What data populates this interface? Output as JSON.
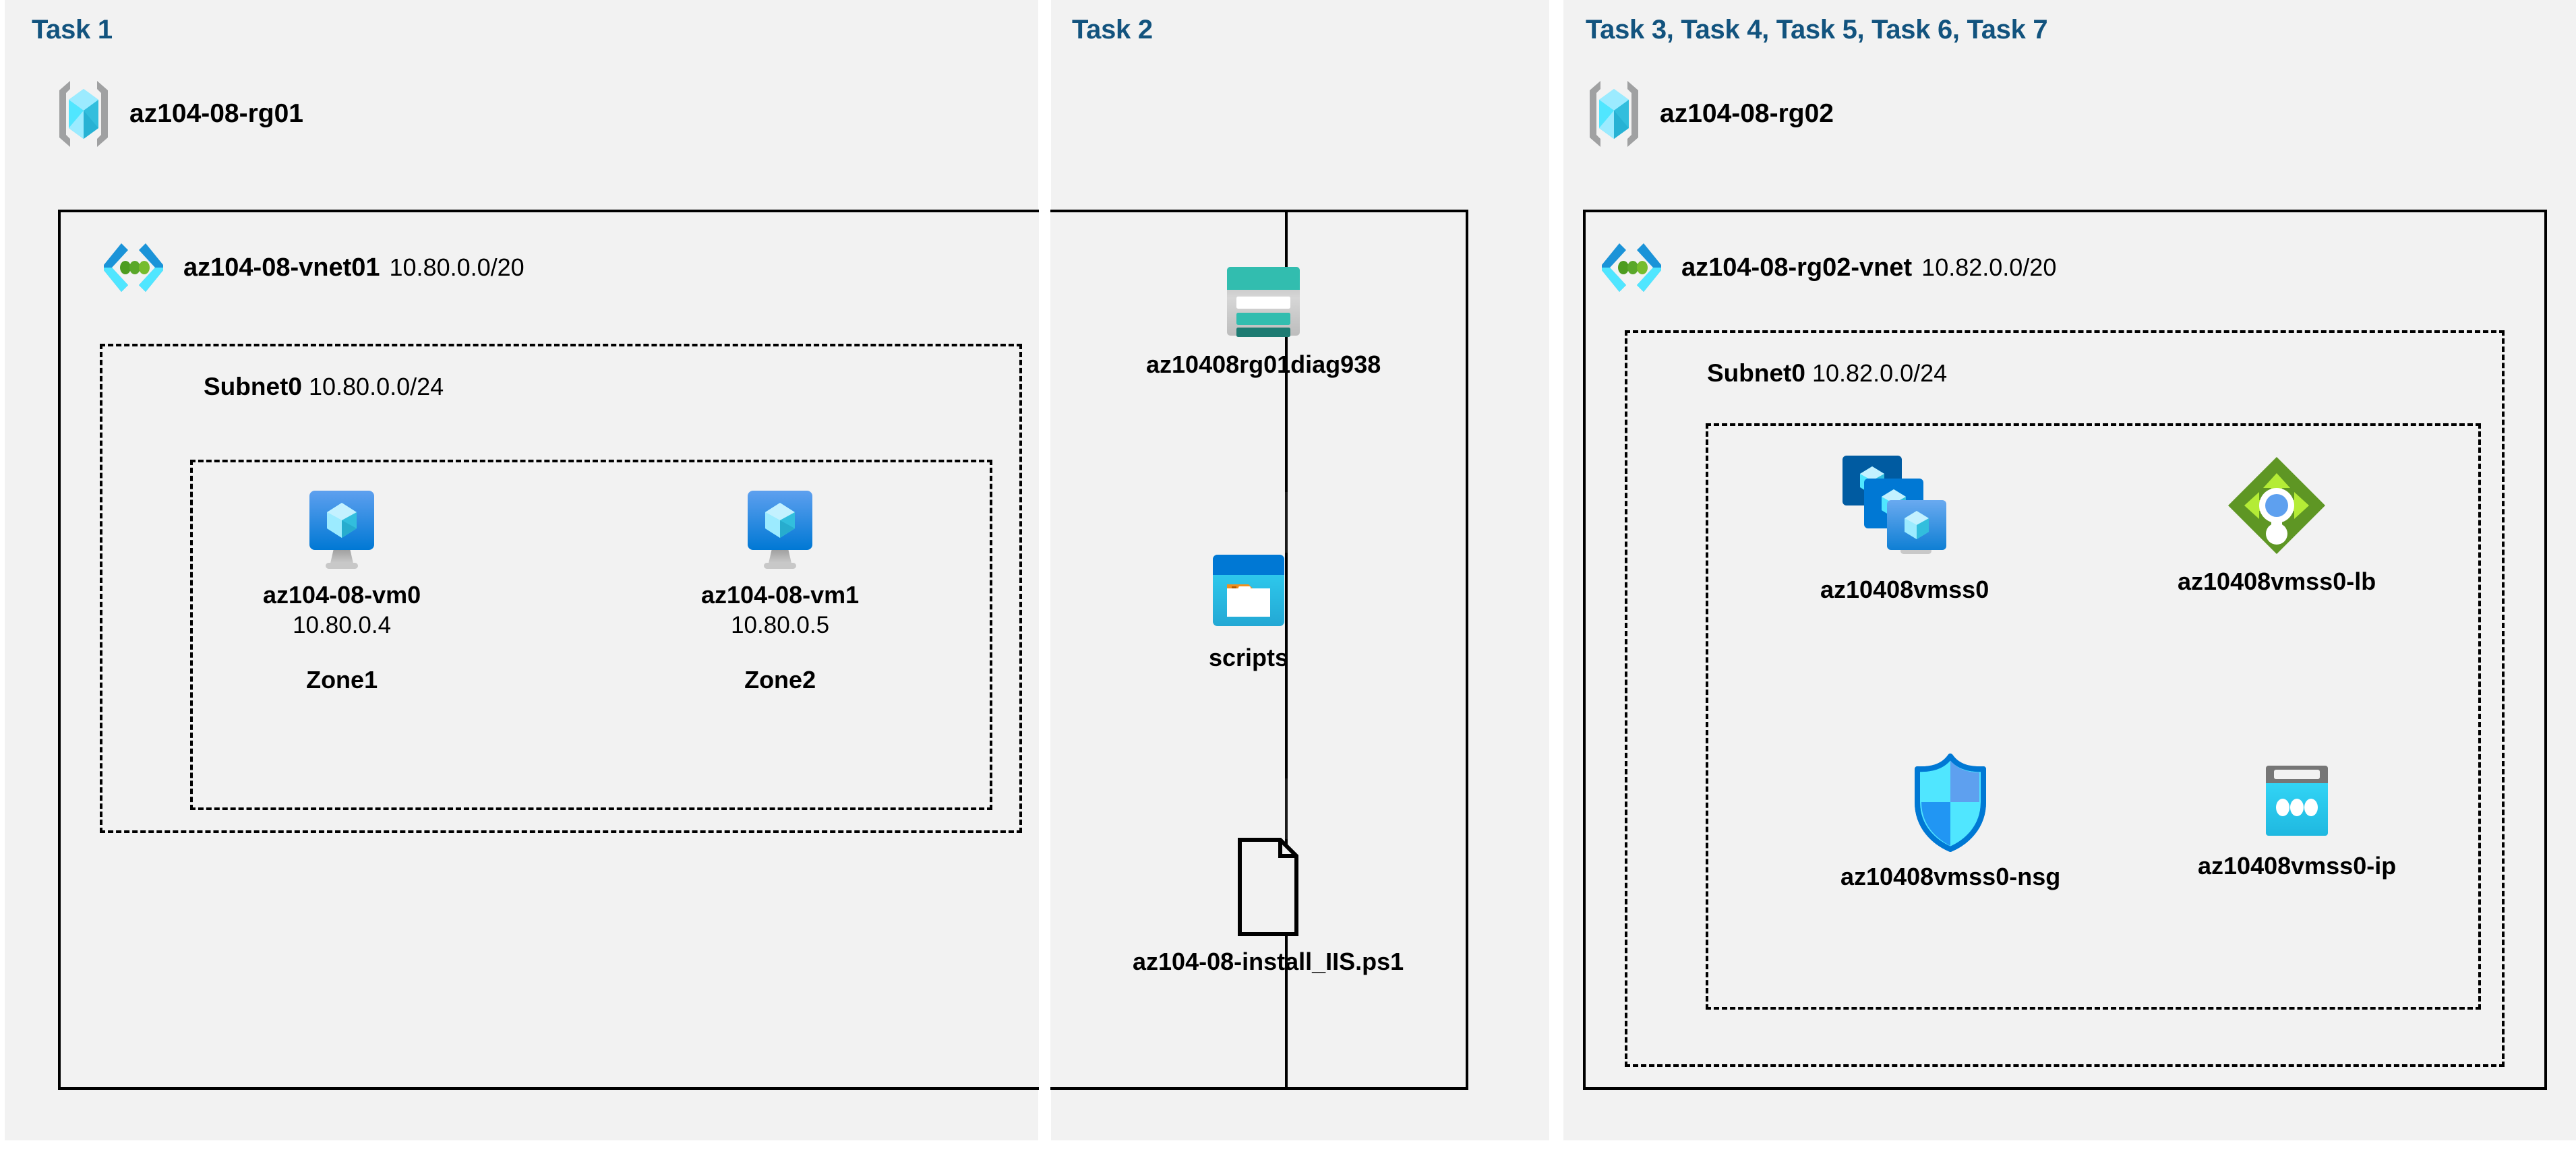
{
  "tasks": {
    "task1_heading": "Task 1",
    "task2_heading": "Task 2",
    "task3_heading": "Task 3, Task 4, Task 5, Task 6, Task 7"
  },
  "resource_groups": [
    {
      "name": "az104-08-rg01",
      "icon": "resource-group-icon"
    },
    {
      "name": "az104-08-rg02",
      "icon": "resource-group-icon"
    }
  ],
  "vnets": [
    {
      "name": "az104-08-vnet01",
      "cidr": "10.80.0.0/20",
      "icon": "virtual-network-icon"
    },
    {
      "name": "az104-08-rg02-vnet",
      "cidr": "10.82.0.0/20",
      "icon": "virtual-network-icon"
    }
  ],
  "subnets": [
    {
      "name": "Subnet0",
      "cidr": "10.80.0.0/24"
    },
    {
      "name": "Subnet0",
      "cidr": "10.82.0.0/24"
    }
  ],
  "vms": [
    {
      "name": "az104-08-vm0",
      "ip": "10.80.0.4",
      "zone": "Zone1",
      "icon": "virtual-machine-icon"
    },
    {
      "name": "az104-08-vm1",
      "ip": "10.80.0.5",
      "zone": "Zone2",
      "icon": "virtual-machine-icon"
    }
  ],
  "storage": {
    "account": {
      "name": "az10408rg01diag938",
      "icon": "storage-account-icon"
    },
    "container": {
      "name": "scripts",
      "icon": "blob-container-icon"
    },
    "file": {
      "name": "az104-08-install_IIS.ps1",
      "icon": "file-icon"
    }
  },
  "scale_set_resources": [
    {
      "name": "az10408vmss0",
      "icon": "vm-scale-set-icon"
    },
    {
      "name": "az10408vmss0-lb",
      "icon": "load-balancer-icon"
    },
    {
      "name": "az10408vmss0-nsg",
      "icon": "network-security-group-icon"
    },
    {
      "name": "az10408vmss0-ip",
      "icon": "public-ip-address-icon"
    }
  ],
  "colors": {
    "task_heading": "#12537e",
    "panel_background": "#f2f2f2",
    "border": "#000000",
    "azure_blue": "#0078d4",
    "azure_cyan": "#50e6ff",
    "storage_teal": "#32bdaf",
    "lb_green": "#5e9624",
    "nsg_blue": "#0078d4"
  }
}
